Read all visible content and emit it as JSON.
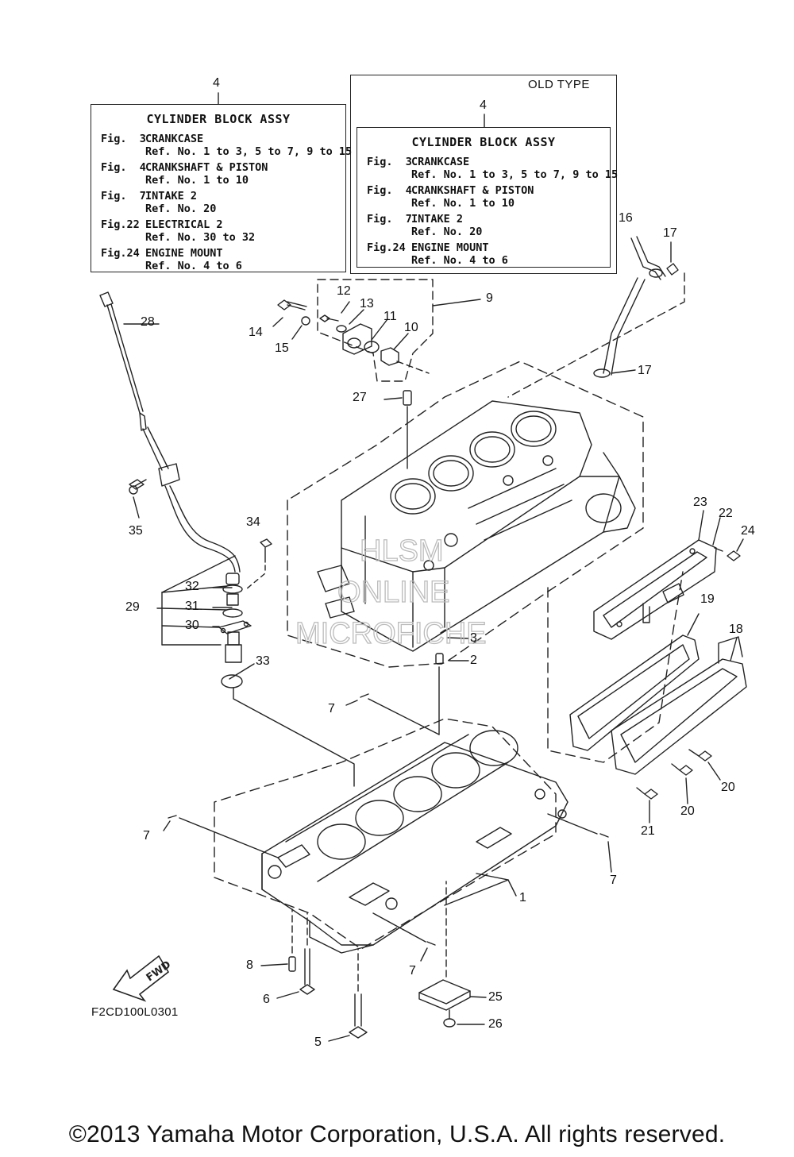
{
  "diagram": {
    "code": "F2CD100L0301",
    "fwd_label": "FWD",
    "watermark": [
      "HLSM",
      "ONLINE",
      "MICROFICHE"
    ],
    "copyright": "©2013 Yamaha Motor Corporation, U.S.A. All rights reserved."
  },
  "box_current": {
    "ref_no": "4",
    "title": "CYLINDER BLOCK ASSY",
    "entries": [
      {
        "fig": "Fig.  3",
        "name": "CRANKCASE",
        "ref": "Ref. No. 1 to 3, 5 to 7, 9 to 15"
      },
      {
        "fig": "Fig.  4",
        "name": "CRANKSHAFT & PISTON",
        "ref": "Ref. No. 1 to 10"
      },
      {
        "fig": "Fig.  7",
        "name": "INTAKE 2",
        "ref": "Ref. No. 20"
      },
      {
        "fig": "Fig.22",
        "name": "ELECTRICAL 2",
        "ref": "Ref. No. 30 to 32"
      },
      {
        "fig": "Fig.24",
        "name": "ENGINE MOUNT",
        "ref": "Ref. No. 4 to 6"
      }
    ]
  },
  "box_old": {
    "label": "OLD TYPE",
    "ref_no": "4",
    "title": "CYLINDER BLOCK ASSY",
    "entries": [
      {
        "fig": "Fig.  3",
        "name": "CRANKCASE",
        "ref": "Ref. No. 1 to 3, 5 to 7, 9 to 15"
      },
      {
        "fig": "Fig.  4",
        "name": "CRANKSHAFT & PISTON",
        "ref": "Ref. No. 1 to 10"
      },
      {
        "fig": "Fig.  7",
        "name": "INTAKE 2",
        "ref": "Ref. No. 20"
      },
      {
        "fig": "Fig.24",
        "name": "ENGINE MOUNT",
        "ref": "Ref. No. 4 to 6"
      }
    ]
  },
  "callouts": [
    {
      "n": "1"
    },
    {
      "n": "2"
    },
    {
      "n": "3"
    },
    {
      "n": "5"
    },
    {
      "n": "6"
    },
    {
      "n": "7"
    },
    {
      "n": "7"
    },
    {
      "n": "7"
    },
    {
      "n": "7"
    },
    {
      "n": "8"
    },
    {
      "n": "9"
    },
    {
      "n": "10"
    },
    {
      "n": "11"
    },
    {
      "n": "12"
    },
    {
      "n": "13"
    },
    {
      "n": "14"
    },
    {
      "n": "15"
    },
    {
      "n": "16"
    },
    {
      "n": "17"
    },
    {
      "n": "17"
    },
    {
      "n": "18"
    },
    {
      "n": "19"
    },
    {
      "n": "20"
    },
    {
      "n": "20"
    },
    {
      "n": "21"
    },
    {
      "n": "22"
    },
    {
      "n": "23"
    },
    {
      "n": "24"
    },
    {
      "n": "25"
    },
    {
      "n": "26"
    },
    {
      "n": "27"
    },
    {
      "n": "28"
    },
    {
      "n": "29"
    },
    {
      "n": "30"
    },
    {
      "n": "31"
    },
    {
      "n": "32"
    },
    {
      "n": "33"
    },
    {
      "n": "34"
    },
    {
      "n": "35"
    }
  ]
}
